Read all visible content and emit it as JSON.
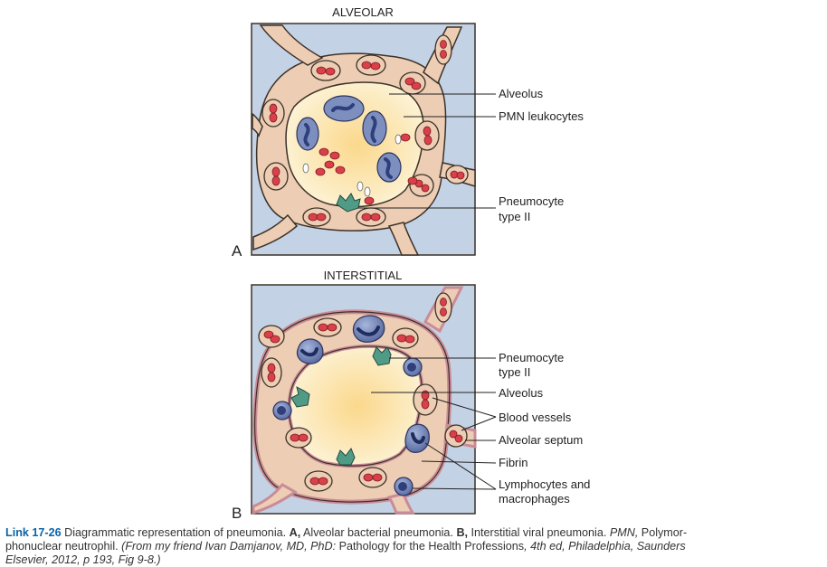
{
  "panels": [
    {
      "title": "ALVEOLAR",
      "letter": "A",
      "labels": {
        "alveolus": "Alveolus",
        "pmn": "PMN leukocytes",
        "pneumocyte_1": "Pneumocyte",
        "pneumocyte_2": "type II"
      }
    },
    {
      "title": "INTERSTITIAL",
      "letter": "B",
      "labels": {
        "pneumocyte_1": "Pneumocyte",
        "pneumocyte_2": "type II",
        "alveolus": "Alveolus",
        "blood_vessels": "Blood vessels",
        "alveolar_septum": "Alveolar septum",
        "fibrin": "Fibrin",
        "lymph_1": "Lymphocytes and",
        "lymph_2": "macrophages"
      }
    }
  ],
  "caption": {
    "link": "Link 17-26",
    "t1": " Diagrammatic representation of pneumonia. ",
    "a": "A,",
    "t2": " Alveolar bacterial pneumonia. ",
    "b": "B,",
    "t3": " Interstitial viral pneumonia. ",
    "pmn": "PMN,",
    "t4": " Polymor-",
    "t5": "phonuclear neutrophil. ",
    "source_1": "(From my friend Ivan Damjanov, MD, PhD: ",
    "source_book": "Pathology for the Health Professions",
    "source_2": ", 4th ed, Philadelphia, Saunders",
    "line3": "Elsevier, 2012, p 193, Fig 9-8.)"
  },
  "colors": {
    "air": "#c4d2e6",
    "septum": "#edcdb4",
    "outline": "#3c3228",
    "rbc": "#d9404a",
    "pmn_cell": "#7d8fbe",
    "nucleus": "#2e3f7c",
    "pneumocyte": "#4f9b86",
    "fibrin": "#c98c97",
    "alveolus_center": "#fbd88c",
    "alveolus_edge": "#fdf5dc"
  },
  "icons": [
    "rbc-icon",
    "pmn-leukocyte-icon",
    "pneumocyte-icon",
    "macrophage-icon"
  ]
}
